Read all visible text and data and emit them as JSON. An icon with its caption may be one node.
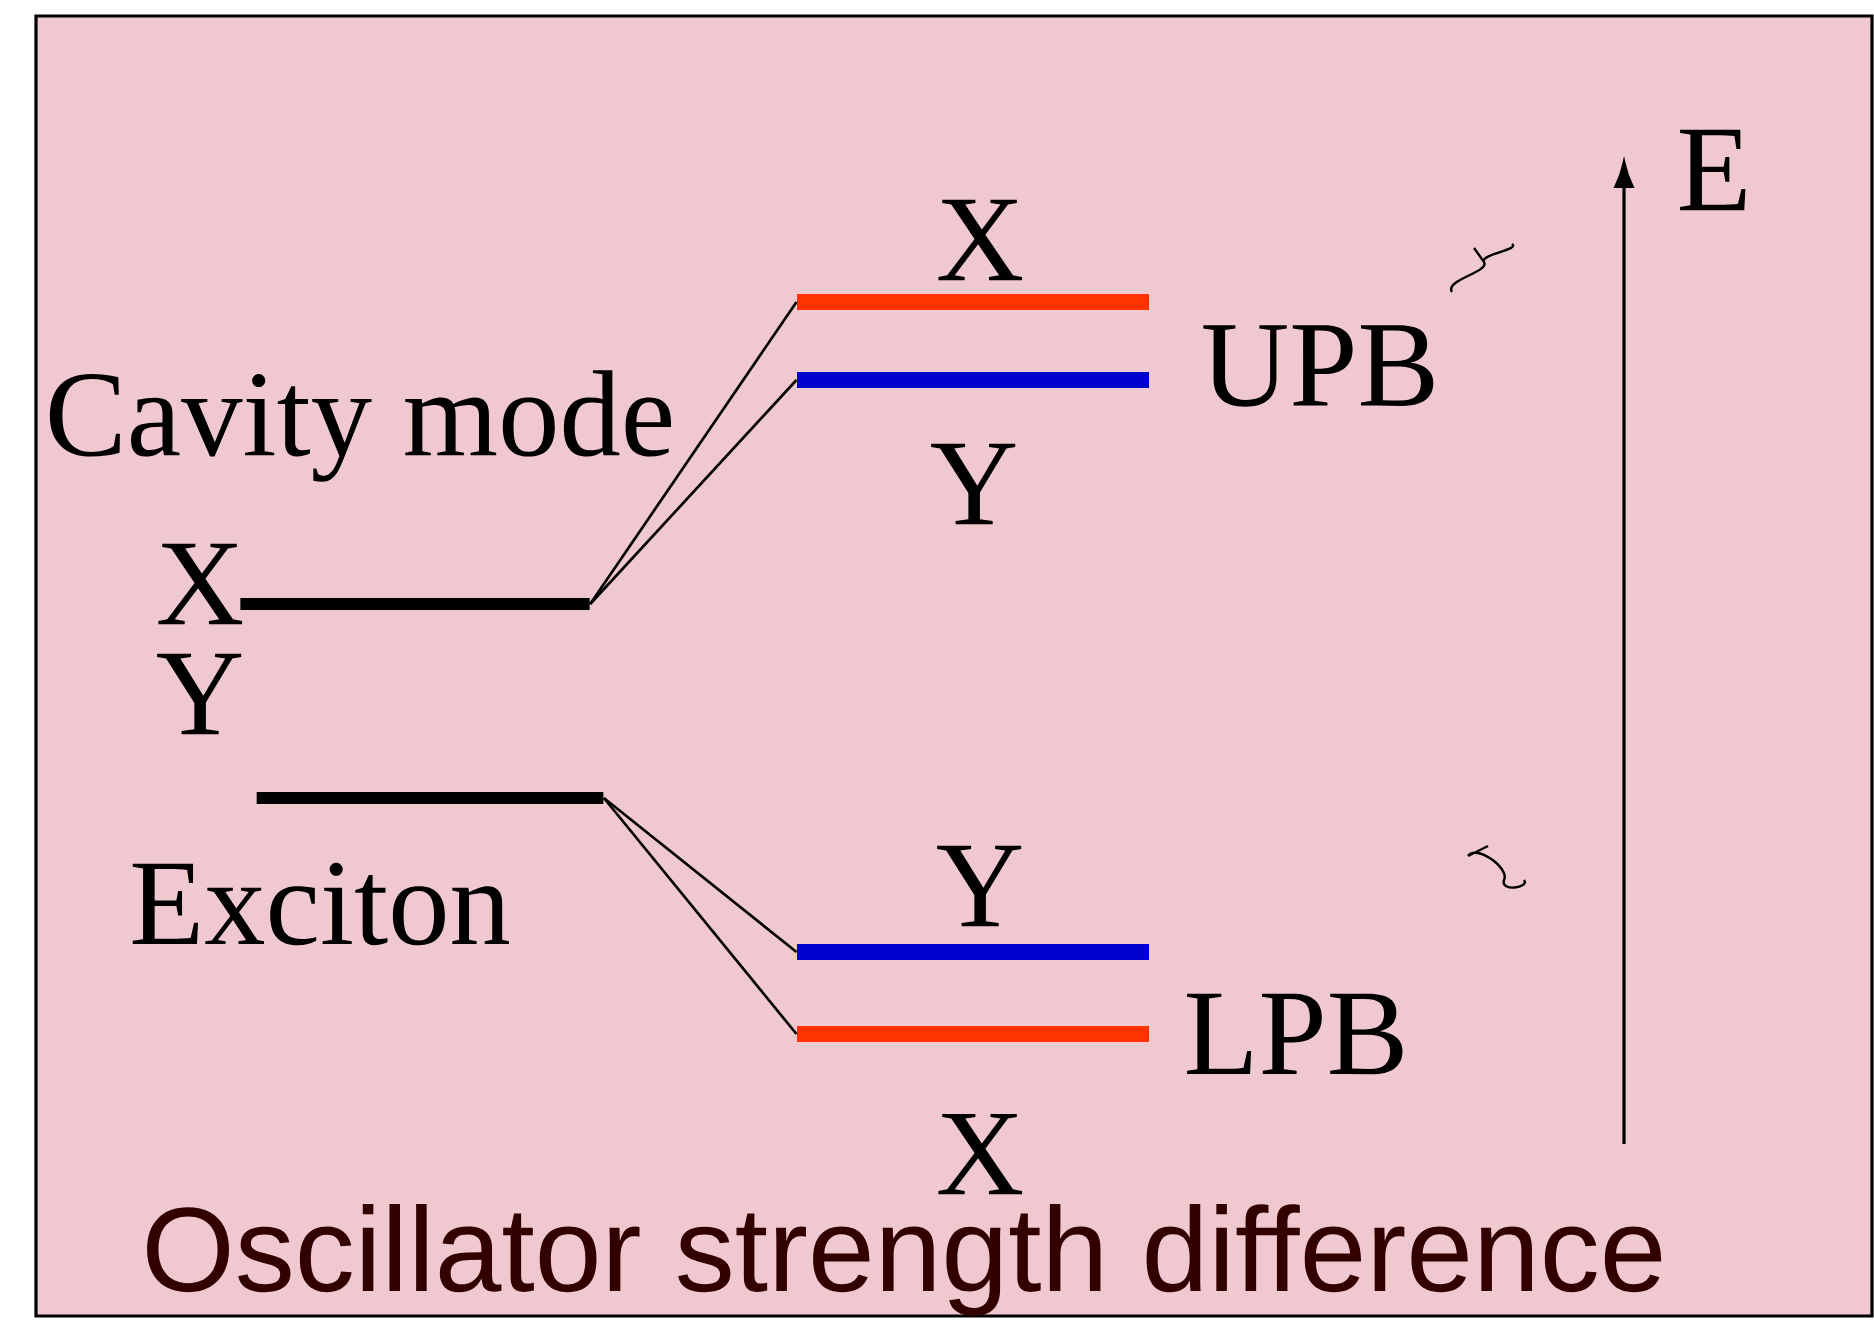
{
  "diagram": {
    "caption": "Oscillator strength difference",
    "nodes": [
      {
        "text": [],
        "shape": "bar"
      },
      {
        "text": [],
        "shape": "bar"
      },
      {
        "text": [],
        "shape": "bar"
      },
      {
        "text": [],
        "shape": "bar"
      },
      {
        "text": [],
        "shape": "bar"
      },
      {
        "text": [],
        "shape": "bar"
      }
    ],
    "edges": [
      {
        "from": 2,
        "to": 0,
        "arrow": "none"
      },
      {
        "from": 2,
        "to": 1,
        "arrow": "none"
      },
      {
        "from": 3,
        "to": 4,
        "arrow": "none"
      },
      {
        "from": 3,
        "to": 5,
        "arrow": "none"
      }
    ],
    "labels": [
      "E",
      "X",
      "UPB",
      "Cavity mode",
      "Y",
      "X",
      "Y",
      "Exciton",
      "Y",
      "LPB",
      "X"
    ]
  }
}
